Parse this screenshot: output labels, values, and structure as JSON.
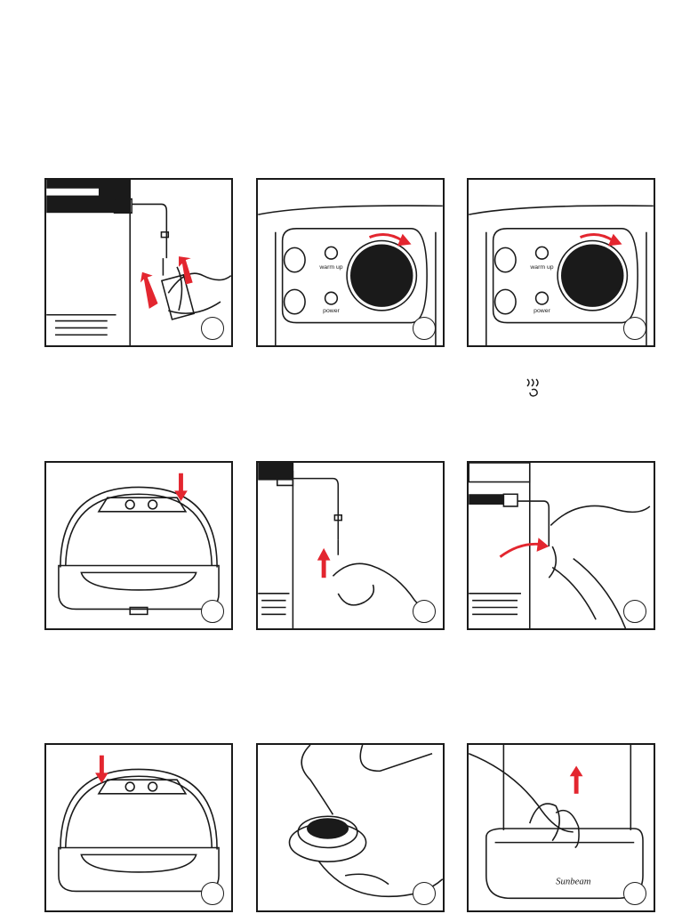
{
  "panels": [
    {
      "row": 1,
      "col": 1,
      "subject": "steam-wand-nozzle-removal",
      "arrow_color": "#e3262f"
    },
    {
      "row": 1,
      "col": 2,
      "subject": "control-panel-dial-turn",
      "labels": {
        "warm_up": "warm up",
        "power": "power"
      },
      "arrow_color": "#e3262f"
    },
    {
      "row": 1,
      "col": 3,
      "subject": "control-panel-dial-turn",
      "labels": {
        "warm_up": "warm up",
        "power": "power"
      },
      "arrow_color": "#e3262f"
    },
    {
      "row": 2,
      "col": 1,
      "subject": "open-lid-press-down",
      "arrow_color": "#e3262f"
    },
    {
      "row": 2,
      "col": 2,
      "subject": "steam-wand-clean",
      "arrow_color": "#e3262f"
    },
    {
      "row": 2,
      "col": 3,
      "subject": "steam-wand-twist",
      "arrow_color": "#e3262f"
    },
    {
      "row": 3,
      "col": 1,
      "subject": "open-lid-press-down",
      "arrow_color": "#e3262f"
    },
    {
      "row": 3,
      "col": 2,
      "subject": "filter-disc-clean",
      "arrow_color": "#e3262f"
    },
    {
      "row": 3,
      "col": 3,
      "subject": "drip-tray-removal",
      "brand": "Sunbeam",
      "arrow_color": "#e3262f"
    }
  ],
  "icons": [
    "steam-icon"
  ]
}
